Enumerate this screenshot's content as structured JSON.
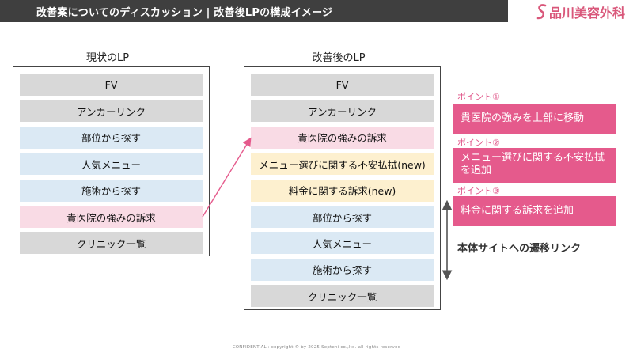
{
  "header": {
    "title": "改善案についてのディスカッション | 改善後LPの構成イメージ"
  },
  "logo": {
    "text": "品川美容外科"
  },
  "current": {
    "title": "現状のLP",
    "items": [
      {
        "label": "FV",
        "color": "gray"
      },
      {
        "label": "アンカーリンク",
        "color": "gray"
      },
      {
        "label": "部位から探す",
        "color": "blue"
      },
      {
        "label": "人気メニュー",
        "color": "blue"
      },
      {
        "label": "施術から探す",
        "color": "blue"
      },
      {
        "label": "貴医院の強みの訴求",
        "color": "pink"
      },
      {
        "label": "クリニック一覧",
        "color": "gray"
      }
    ]
  },
  "improved": {
    "title": "改善後のLP",
    "items": [
      {
        "label": "FV",
        "color": "gray"
      },
      {
        "label": "アンカーリンク",
        "color": "gray"
      },
      {
        "label": "貴医院の強みの訴求",
        "color": "pink"
      },
      {
        "label": "メニュー選びに関する不安払拭(new)",
        "color": "yellow"
      },
      {
        "label": "料金に関する訴求(new)",
        "color": "yellow"
      },
      {
        "label": "部位から探す",
        "color": "blue"
      },
      {
        "label": "人気メニュー",
        "color": "blue"
      },
      {
        "label": "施術から探す",
        "color": "blue"
      },
      {
        "label": "クリニック一覧",
        "color": "gray"
      }
    ]
  },
  "points": [
    {
      "label": "ポイント①",
      "text": "貴医院の強みを上部に移動"
    },
    {
      "label": "ポイント②",
      "text": "メニュー選びに関する不安払拭を追加"
    },
    {
      "label": "ポイント③",
      "text": "料金に関する訴求を追加"
    }
  ],
  "side_note": "本体サイトへの遷移リンク",
  "footer": "CONFIDENTIAL : copyright © by 2025 Septeni co.,ltd.  all rights reserved",
  "colors": {
    "accent": "#e55a8c",
    "header_bg": "#3f3f3f",
    "gray": "#d8d8d8",
    "blue": "#dbe9f4",
    "pink": "#f9dbe5",
    "yellow": "#fdf0cf"
  }
}
